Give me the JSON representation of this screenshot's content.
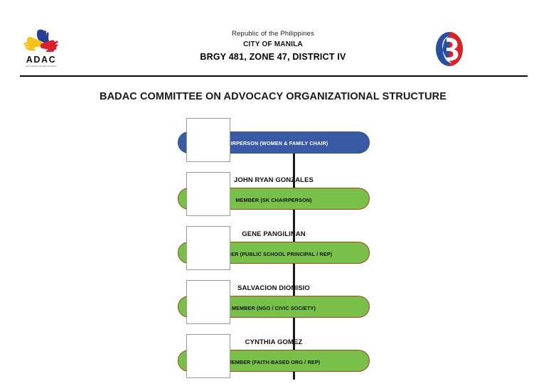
{
  "header": {
    "left_logo": {
      "name": "ADAC",
      "subtitle": "ANTI-DRUG ABUSE COUNCIL"
    },
    "line1": "Republic of the Philippines",
    "line2": "CITY OF MANILA",
    "line3": "BRGY 481, ZONE 47, DISTRICT IV",
    "right_logo_name": "City of Manila seal"
  },
  "title": "BADAC COMMITTEE ON ADVOCACY ORGANIZATIONAL STRUCTURE",
  "colors": {
    "blue_bar": "#3a5aa4",
    "green_bar": "#78c04a",
    "green_bar_border": "#9c4a24",
    "spine": "#1a1a1a",
    "photo_box_border": "#9a9a9a"
  },
  "chart_data": {
    "type": "org-chart",
    "orientation": "vertical",
    "nodes": [
      {
        "name": "",
        "role": "CHAIRPERSON (WOMEN & FAMILY CHAIR)",
        "bar_color": "blue",
        "has_photo": true
      },
      {
        "name": "JOHN RYAN GONZALES",
        "role": "MEMBER (SK CHAIRPERSON)",
        "bar_color": "green",
        "has_photo": true
      },
      {
        "name": "GENE PANGILINAN",
        "role": "MEMBER (PUBLIC SCHOOL PRINCIPAL / REP)",
        "bar_color": "green",
        "has_photo": true
      },
      {
        "name": "SALVACION DIONISIO",
        "role": "MEMBER (NGO / CIVIC SOCIETY)",
        "bar_color": "green",
        "has_photo": true
      },
      {
        "name": "CYNTHIA GOMEZ",
        "role": "MEMBER (FAITH-BASED ORG / REP)",
        "bar_color": "green",
        "has_photo": true
      }
    ]
  }
}
